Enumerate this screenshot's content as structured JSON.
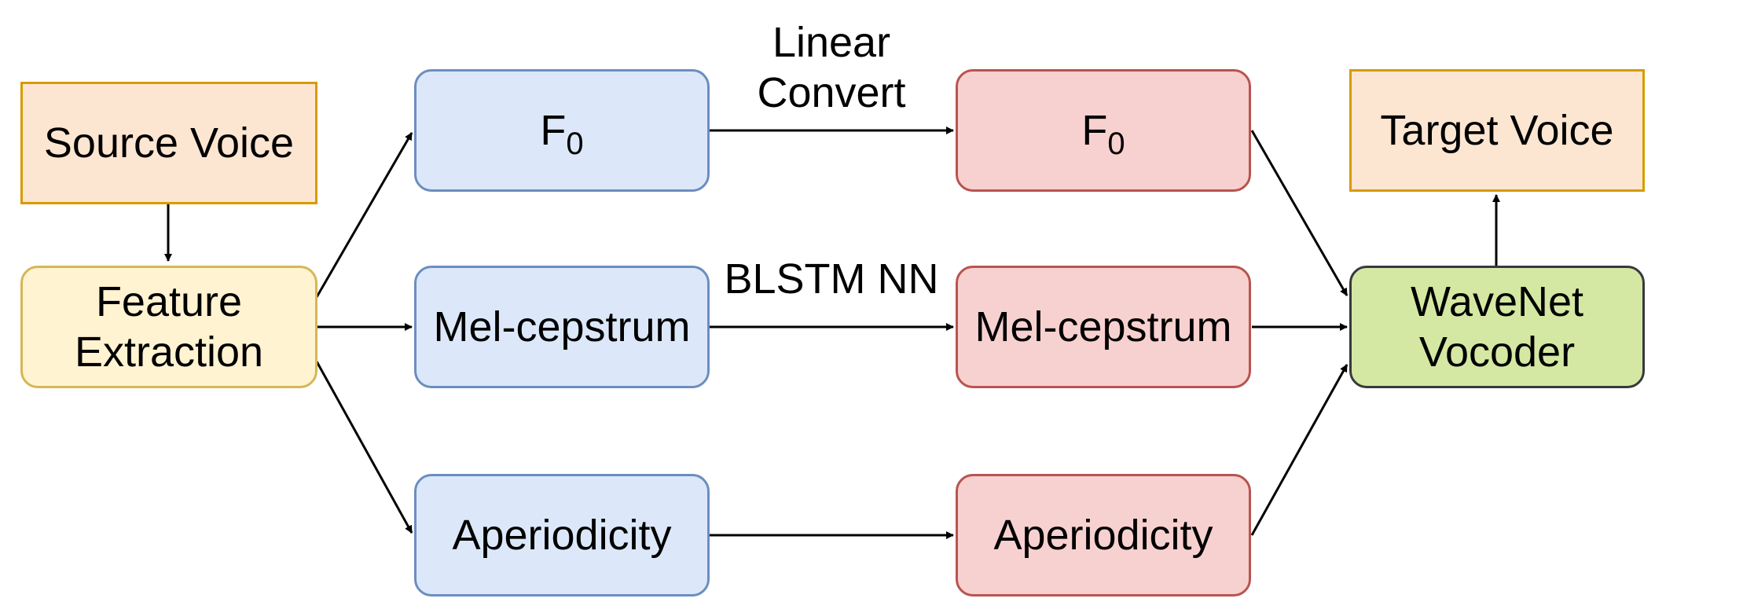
{
  "nodes": {
    "source_voice": "Source Voice",
    "feature_extraction_line1": "Feature",
    "feature_extraction_line2": "Extraction",
    "src_f0_main": "F",
    "src_f0_sub": "0",
    "src_mcep": "Mel-cepstrum",
    "src_ap": "Aperiodicity",
    "tgt_f0_main": "F",
    "tgt_f0_sub": "0",
    "tgt_mcep": "Mel-cepstrum",
    "tgt_ap": "Aperiodicity",
    "vocoder_line1": "WaveNet",
    "vocoder_line2": "Vocoder",
    "target_voice": "Target Voice"
  },
  "edge_labels": {
    "f0_conversion_line1": "Linear",
    "f0_conversion_line2": "Convert",
    "mcep_conversion": "BLSTM NN"
  }
}
